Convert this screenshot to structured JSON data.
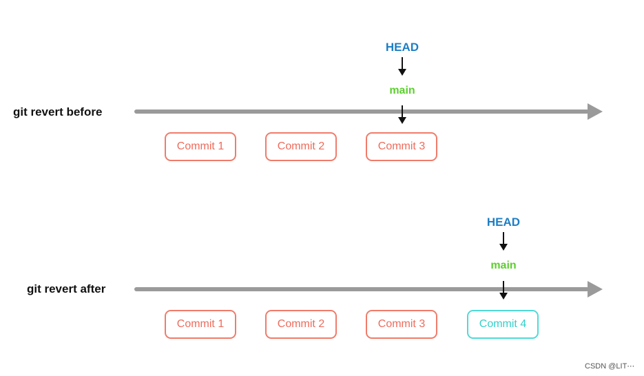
{
  "rows": [
    {
      "label": "git revert before",
      "commits": [
        "Commit 1",
        "Commit 2",
        "Commit 3"
      ],
      "head_label": "HEAD",
      "branch_label": "main"
    },
    {
      "label": "git revert after",
      "commits": [
        "Commit 1",
        "Commit 2",
        "Commit 3",
        "Commit 4"
      ],
      "head_label": "HEAD",
      "branch_label": "main"
    }
  ],
  "colors": {
    "commit_existing": "#ee6b5b",
    "commit_new": "#33cfcb",
    "head": "#1d7ec4",
    "branch": "#5ccf2e",
    "timeline": "#9a9a9a"
  },
  "watermark": "CSDN @LIT⋯"
}
